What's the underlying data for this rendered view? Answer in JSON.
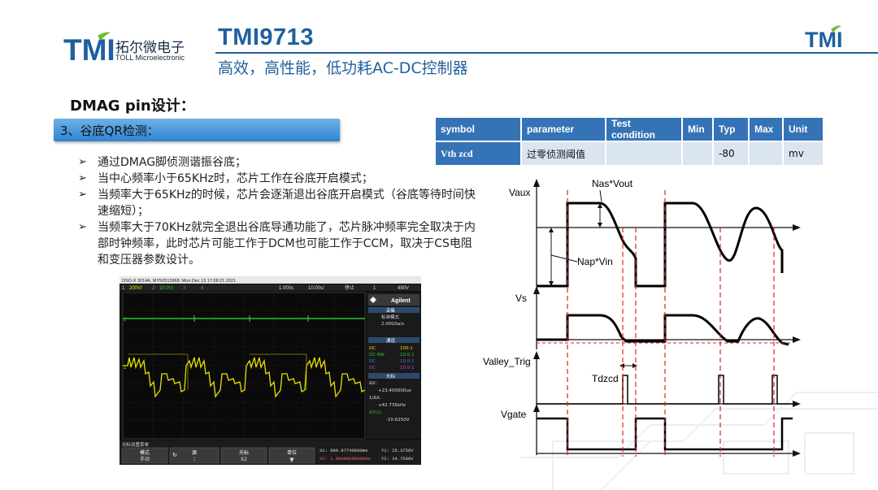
{
  "logo": {
    "mark": "TMI",
    "company_cn": "拓尔微电子",
    "company_en": "TOLL Microelectronic"
  },
  "corner_logo": "TMI",
  "title": "TMI9713",
  "subtitle": "高效，高性能，低功耗AC-DC控制器",
  "section_title": "DMAG pin设计：",
  "banner": "3、谷底QR检测：",
  "bullets": [
    "通过DMAG脚侦测谐振谷底；",
    "当中心频率小于65KHz时，芯片工作在谷底开启模式；",
    "当频率大于65KHz的时候，芯片会逐渐退出谷底开启模式（谷底等待时间快速缩短）；",
    "当频率大于70KHz就完全退出谷底导通功能了，芯片脉冲频率完全取决于内部时钟频率，此时芯片可能工作于DCM也可能工作于CCM，取决于CS电阻和变压器参数设计。"
  ],
  "table": {
    "headers": [
      "symbol",
      "parameter",
      "Test condition",
      "Min",
      "Typ",
      "Max",
      "Unit"
    ],
    "row": [
      "Vth zcd",
      "过零侦测阈值",
      "",
      "",
      "-80",
      "",
      "mv"
    ]
  },
  "scope": {
    "header": "DSO-X 3014A, MY50513968: Mon Dec 13 17:08:21 2021",
    "status_bar": [
      "1",
      "200V/",
      "2",
      "10.0V/",
      "3",
      "4",
      "1.000s",
      "10.00s/",
      "停止",
      "1",
      "490V"
    ],
    "brand": "Agilent",
    "side_panel": {
      "acq_title": "采集",
      "acq_mode": "标准模式",
      "acq_rate": "2.00GSa/s",
      "chan_title": "通道",
      "channels": [
        [
          "DC",
          "100:1"
        ],
        [
          "DC BW",
          "10.0:1"
        ],
        [
          "DC",
          "10.0:1"
        ],
        [
          "DC",
          "10.0:1"
        ]
      ],
      "cursor_title": "光标",
      "delta_x": "ΔX:",
      "delta_x_val": "+23.400000us",
      "inv_delta_x": "1/ΔX:",
      "inv_delta_x_val": "+42.735kHz",
      "delta_y": "ΔY(2):",
      "delta_y_val": "-10.6250V"
    },
    "softkey_title": "光标设置菜单",
    "softkeys": [
      {
        "label": "模式",
        "value": "手动"
      },
      {
        "label": "源",
        "value": "2"
      },
      {
        "label": "光标",
        "value": "X2"
      },
      {
        "label": "单位",
        "value": ""
      }
    ],
    "readouts": {
      "x1": "X1: 999.97740000ms",
      "x2": "X2: 1.000000000000s",
      "y1": "Y1: 25.3750V",
      "y2": "Y2: 14.7500V"
    }
  },
  "timing": {
    "labels": {
      "vaux": "Vaux",
      "nas": "Nas*Vout",
      "nap": "Nap*Vin",
      "vs": "Vs",
      "valley": "Valley_Trig",
      "tdzcd": "Tdzcd",
      "vgate": "Vgate"
    }
  },
  "colors": {
    "brand_blue": "#1f5f9f",
    "table_header": "#3573b7",
    "table_cell": "#dbe4f1",
    "dashed_red": "#e02020",
    "scope_yellow": "#e8e000",
    "scope_green": "#30c030"
  }
}
